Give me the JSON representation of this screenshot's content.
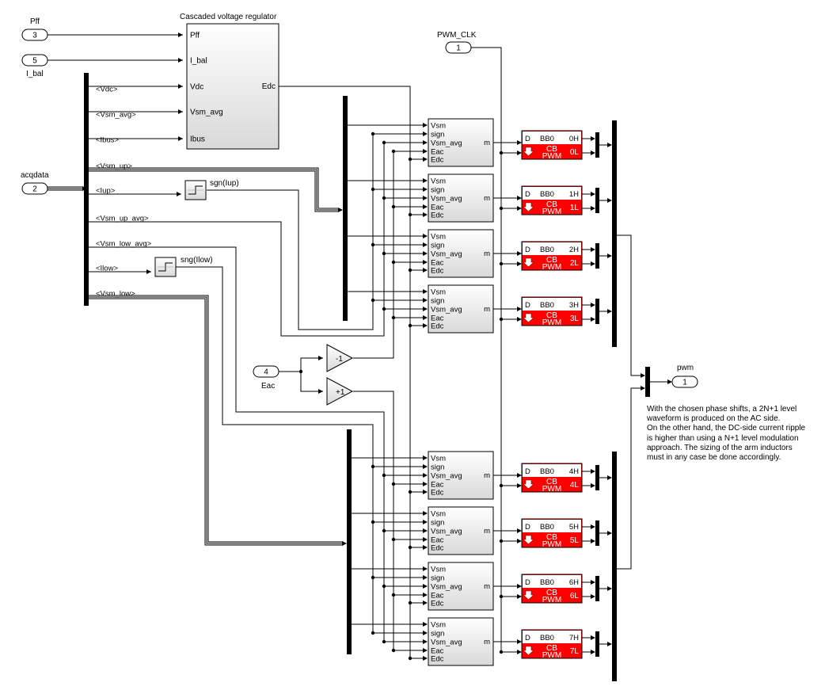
{
  "diagram": {
    "inports": [
      {
        "number": "3",
        "name": "Pff"
      },
      {
        "number": "5",
        "name": "I_bal"
      },
      {
        "number": "2",
        "name": "acqdata"
      },
      {
        "number": "4",
        "name": "Eac"
      },
      {
        "number": "1",
        "name": "PWM_CLK"
      }
    ],
    "outport": {
      "number": "1",
      "name": "pwm"
    },
    "regulator": {
      "title": "Cascaded voltage regulator",
      "inputs": [
        "Pff",
        "I_bal",
        "Vdc",
        "Vsm_avg",
        "Ibus"
      ],
      "output": "Edc"
    },
    "bus_selector_signals": [
      "<Vdc>",
      "<Vsm_avg>",
      "<Ibus>",
      "<Vsm_up>",
      "<Iup>",
      "<Vsm_up_avg>",
      "<Vsm_low_avg>",
      "<Ilow>",
      "<Vsm_low>"
    ],
    "sign_blocks": [
      {
        "label": "sgn(Iup)"
      },
      {
        "label": "sng(Ilow)"
      }
    ],
    "gains": [
      "-1",
      "+1"
    ],
    "modulator_block": {
      "inputs": [
        "Vsm",
        "sign",
        "Vsm_avg",
        "Eac",
        "Edc"
      ],
      "output": "m"
    },
    "pwm_blocks": [
      {
        "high": "0H",
        "low": "0L"
      },
      {
        "high": "1H",
        "low": "1L"
      },
      {
        "high": "2H",
        "low": "2L"
      },
      {
        "high": "3H",
        "low": "3L"
      },
      {
        "high": "4H",
        "low": "4L"
      },
      {
        "high": "5H",
        "low": "5L"
      },
      {
        "high": "6H",
        "low": "6L"
      },
      {
        "high": "7H",
        "low": "7L"
      }
    ],
    "pwm_block_labels": {
      "d": "D",
      "bb": "BB0",
      "cb": "CB",
      "pwm": "PWM"
    },
    "note_lines": [
      "With the chosen phase shifts, a 2N+1 level",
      "waveform is produced on the AC side.",
      "On the other hand, the DC-side current ripple",
      "is  higher than using a N+1 level modulation",
      "approach. The sizing of the arm inductors",
      "must in any case be done accordingly."
    ]
  }
}
